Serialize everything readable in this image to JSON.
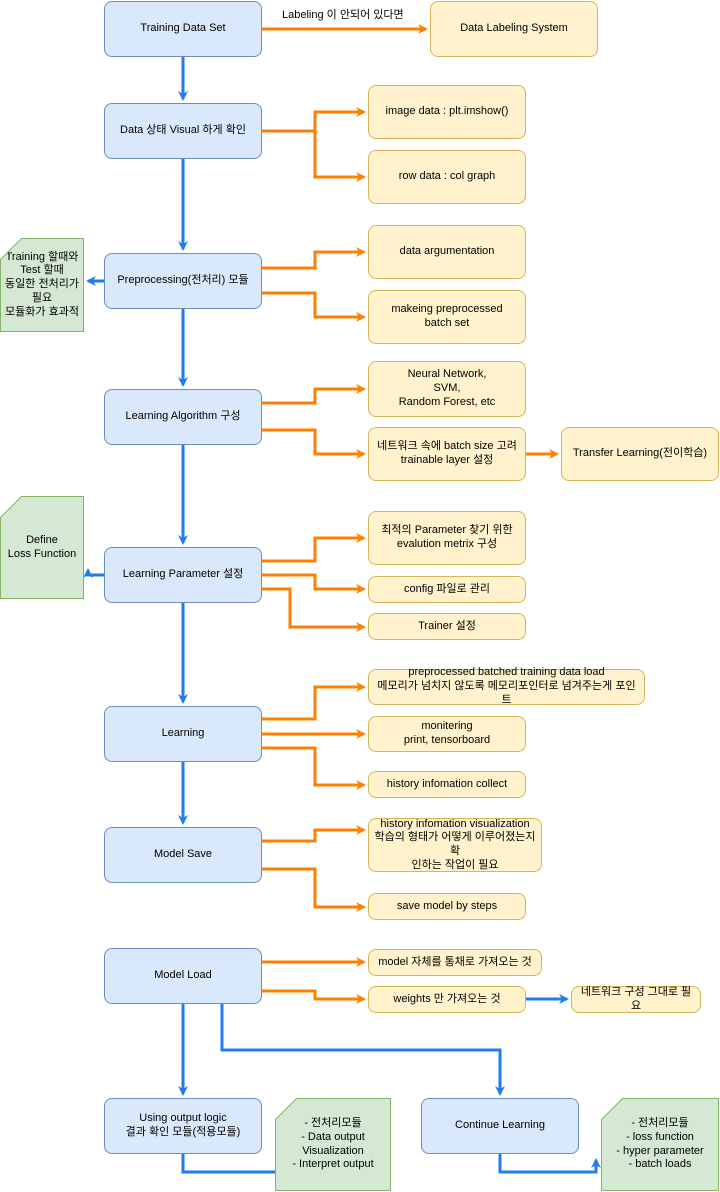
{
  "colors": {
    "blue_arrow": "#1f7ded",
    "orange_arrow": "#ff8000",
    "blue_fill": "#dae8fc",
    "yellow_fill": "#fff2cc",
    "green_fill": "#d5e8d4"
  },
  "main": {
    "training_data_set": "Training Data Set",
    "data_visual": "Data 상태 Visual 하게 확인",
    "preprocessing": "Preprocessing(전처리) 모듈",
    "learning_algorithm": "Learning Algorithm 구성",
    "learning_parameter": "Learning Parameter 설정",
    "learning": "Learning",
    "model_save": "Model Save",
    "model_load": "Model Load",
    "using_output": "Using output logic\n결과 확인 모듈(적용모듈)",
    "continue_learning": "Continue Learning"
  },
  "edge_labels": {
    "labeling": "Labeling 이 안되어 있다면"
  },
  "side": {
    "data_labeling_system": "Data Labeling System",
    "image_data": "image data : plt.imshow()",
    "row_data": "row data : col graph",
    "data_argumentation": "data argumentation",
    "making_preprocessed": "makeing preprocessed\nbatch set",
    "algorithms": "Neural Network,\nSVM,\nRandom Forest, etc",
    "network_batch": "네트워크 속에 batch size 고려\ntrainable layer 설정",
    "transfer_learning": "Transfer Learning(전이학습)",
    "optimal_parameter": "최적의 Parameter 찾기 위한\nevalution metrix 구성",
    "config_file": "config 파일로 관리",
    "trainer": "Trainer 설정",
    "batched_load": "preprocessed batched training data load\n메모리가 넘치지 않도록 메모리포인터로 넘겨주는게 포인트",
    "monitoring": "monitering\nprint, tensorboard",
    "history_collect": "history infomation collect",
    "history_visualization": "history infomation visualization\n학습의 형태가 어떻게 이루어졌는지 확\n인하는 작업이 필요",
    "save_by_steps": "save model by steps",
    "model_whole": "model 자체를 통채로 가져오는 것",
    "weights_only": "weights 만 가져오는 것",
    "network_same": "네트워크 구성 그대로 필요"
  },
  "notes": {
    "training_test": "Training 할때와\nTest 할때\n동일한 전처리가\n필요\n모듈화가 효과적",
    "loss_function": "Define\nLoss Function",
    "output_modules": "- 전처리모듈\n- Data output\nVisualization\n- Interpret output",
    "continue_modules": "- 전처리모듈\n- loss function\n- hyper parameter\n- batch loads"
  }
}
